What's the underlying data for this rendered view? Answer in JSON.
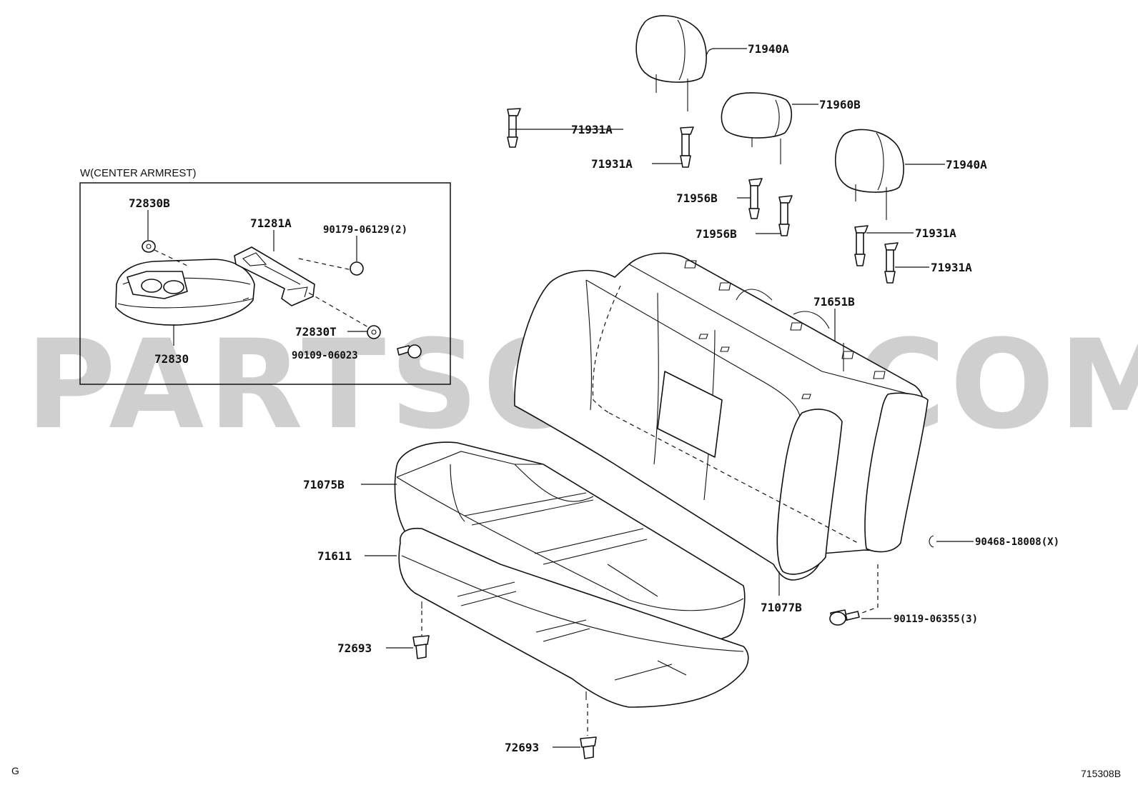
{
  "watermark": "PARTSOUQ.COM",
  "inset_title": "W(CENTER ARMREST)",
  "corner_left": "G",
  "corner_right": "715308B",
  "labels": {
    "headrest_left": "71940A",
    "headrest_center": "71960B",
    "headrest_right": "71940A",
    "support_l1": "71931A",
    "support_l2": "71931A",
    "support_c1": "71956B",
    "support_c2": "71956B",
    "support_r1": "71931A",
    "support_r2": "71931A",
    "back_frame": "71651B",
    "cushion_cover": "71075B",
    "cushion_pad": "71611",
    "back_cover": "71077B",
    "hog_ring": "90468-18008(X)",
    "bolt": "90119-06355(3)",
    "clip_upper": "72693",
    "clip_lower": "72693",
    "armrest_stopper_b": "72830B",
    "armrest_hinge": "71281A",
    "armrest_screw": "90179-06129(2)",
    "armrest_stopper_t": "72830T",
    "armrest_bolt": "90109-06023",
    "armrest": "72830"
  }
}
